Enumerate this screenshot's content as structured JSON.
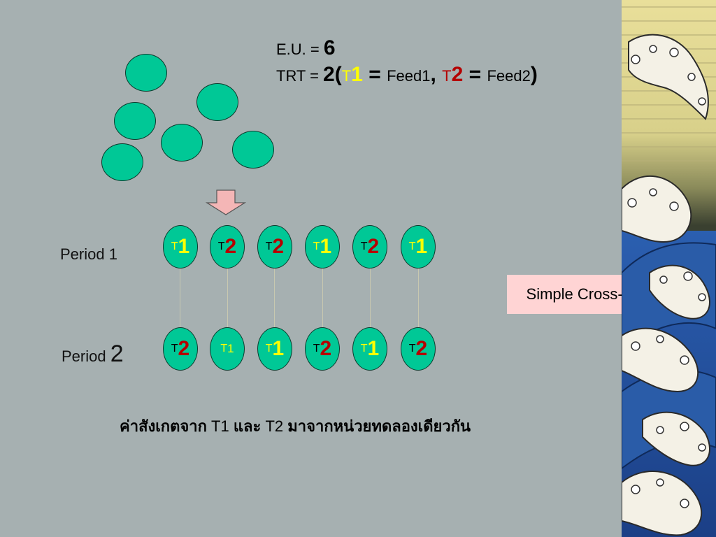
{
  "header": {
    "eu_label": "E.U. = ",
    "eu_value": "6",
    "trt_label": "TRT = ",
    "trt_value": "2",
    "open_paren": "(",
    "t_letter": "T",
    "t1_num": "1",
    "equals": " = ",
    "feed1": "Feed1",
    "comma": ", ",
    "t2_num": "2",
    "feed2": "Feed2",
    "close_paren": ")"
  },
  "period1": {
    "label": "Period 1",
    "nodes": [
      {
        "t": "T",
        "n": "1",
        "color": "#ffff00"
      },
      {
        "t": "T",
        "n": "2",
        "color": "#b50000"
      },
      {
        "t": "T",
        "n": "2",
        "color": "#b50000"
      },
      {
        "t": "T",
        "n": "1",
        "color": "#ffff00"
      },
      {
        "t": "T",
        "n": "2",
        "color": "#b50000"
      },
      {
        "t": "T",
        "n": "1",
        "color": "#ffff00"
      }
    ]
  },
  "period2": {
    "label_word": "Period ",
    "label_num": "2",
    "nodes": [
      {
        "t": "T",
        "n": "2",
        "color": "#b50000"
      },
      {
        "t": "T",
        "n": "1",
        "color": "#ffff00"
      },
      {
        "t": "T",
        "n": "1",
        "color": "#ffff00"
      },
      {
        "t": "T",
        "n": "2",
        "color": "#b50000"
      },
      {
        "t": "T",
        "n": "1",
        "color": "#ffff00"
      },
      {
        "t": "T",
        "n": "2",
        "color": "#b50000"
      }
    ]
  },
  "cross_over_label": "Simple Cross-over",
  "conclusion": {
    "part1": "ค่าสังเกตจาก ",
    "t1": "T1",
    "part2": " และ ",
    "t2": "T2",
    "part3": " มาจากหน่วยทดลองเดียวกัน"
  },
  "colors": {
    "background": "#a6b0b1",
    "unit": "#00c896",
    "t1": "#ffff00",
    "t2": "#b50000",
    "arrow": "#f4b6b6",
    "cross_box": "#ffd4d4"
  }
}
